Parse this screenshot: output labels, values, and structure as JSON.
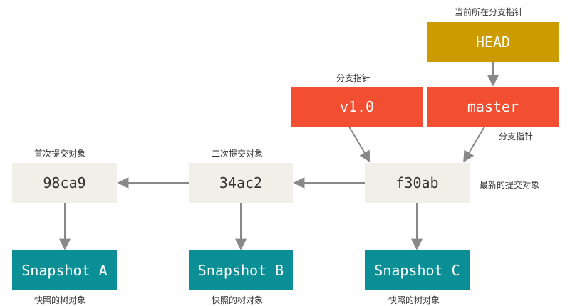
{
  "colors": {
    "commit_fill": "#f0efe8",
    "snapshot_fill": "#0b8f96",
    "branch_fill": "#f14e32",
    "head_fill": "#cc9b00",
    "arrow": "#888888"
  },
  "head": {
    "label": "HEAD",
    "annotation": "当前所在分支指针"
  },
  "branches": [
    {
      "label": "v1.0",
      "annotation": "分支指针"
    },
    {
      "label": "master",
      "annotation": "分支指针"
    }
  ],
  "commits": [
    {
      "id": "98ca9",
      "annotation": "首次提交对象"
    },
    {
      "id": "34ac2",
      "annotation": "二次提交对象"
    },
    {
      "id": "f30ab",
      "annotation": "最新的提交对象"
    }
  ],
  "snapshots": [
    {
      "label": "Snapshot A",
      "annotation": "快照的树对象"
    },
    {
      "label": "Snapshot B",
      "annotation": "快照的树对象"
    },
    {
      "label": "Snapshot C",
      "annotation": "快照的树对象"
    }
  ]
}
